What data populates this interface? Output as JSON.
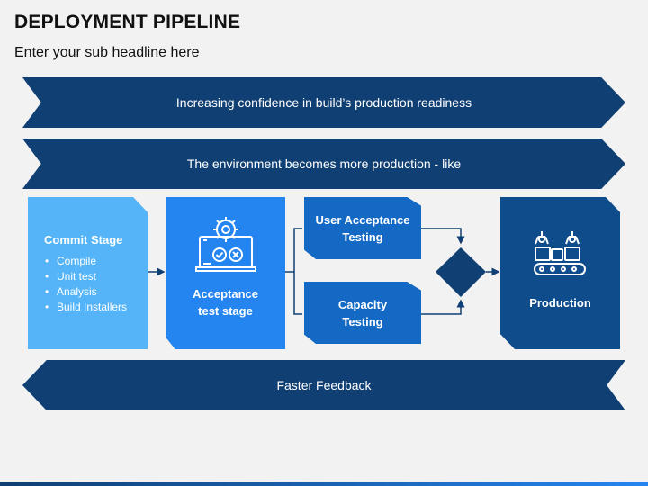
{
  "header": {
    "title": "DEPLOYMENT PIPELINE",
    "subtitle": "Enter your sub headline here"
  },
  "banners": {
    "top": "Increasing confidence in build’s production readiness",
    "middle": "The environment becomes more production - like",
    "bottom": "Faster Feedback"
  },
  "stages": {
    "commit": {
      "title": "Commit Stage",
      "items": [
        "Compile",
        "Unit test",
        "Analysis",
        "Build Installers"
      ]
    },
    "acceptance": {
      "title": "Acceptance\ntest stage",
      "icon": "laptop-gear-icon"
    },
    "uat": {
      "title": "User Acceptance\nTesting"
    },
    "capacity": {
      "title": "Capacity\nTesting"
    },
    "production": {
      "title": "Production",
      "icon": "robotic-arms-conveyor-icon"
    }
  },
  "colors": {
    "dark_navy": "#0f3f73",
    "light_blue": "#54b4f7",
    "mid_blue": "#2585f0",
    "blue": "#1369c4",
    "production_blue": "#0f4c8c"
  }
}
